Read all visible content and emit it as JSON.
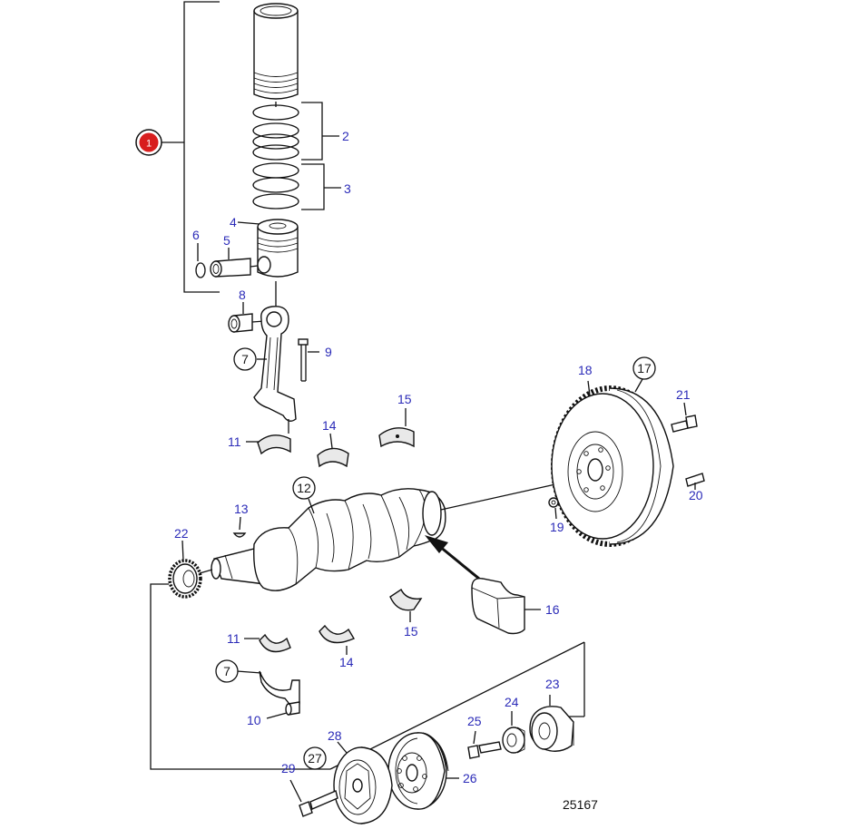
{
  "diagram": {
    "reference_number": "25167",
    "group_marker": "1",
    "callouts": [
      "2",
      "3",
      "4",
      "5",
      "6",
      "7",
      "8",
      "9",
      "10",
      "11",
      "12",
      "13",
      "14",
      "15",
      "16",
      "17",
      "18",
      "19",
      "20",
      "21",
      "22",
      "23",
      "24",
      "25",
      "26",
      "27",
      "28",
      "29"
    ],
    "circled_callouts": [
      "7",
      "12",
      "17",
      "27"
    ],
    "colors": {
      "callout_text": "#2b2bb8",
      "group_marker": "#d81e1e",
      "line": "#111111"
    }
  }
}
